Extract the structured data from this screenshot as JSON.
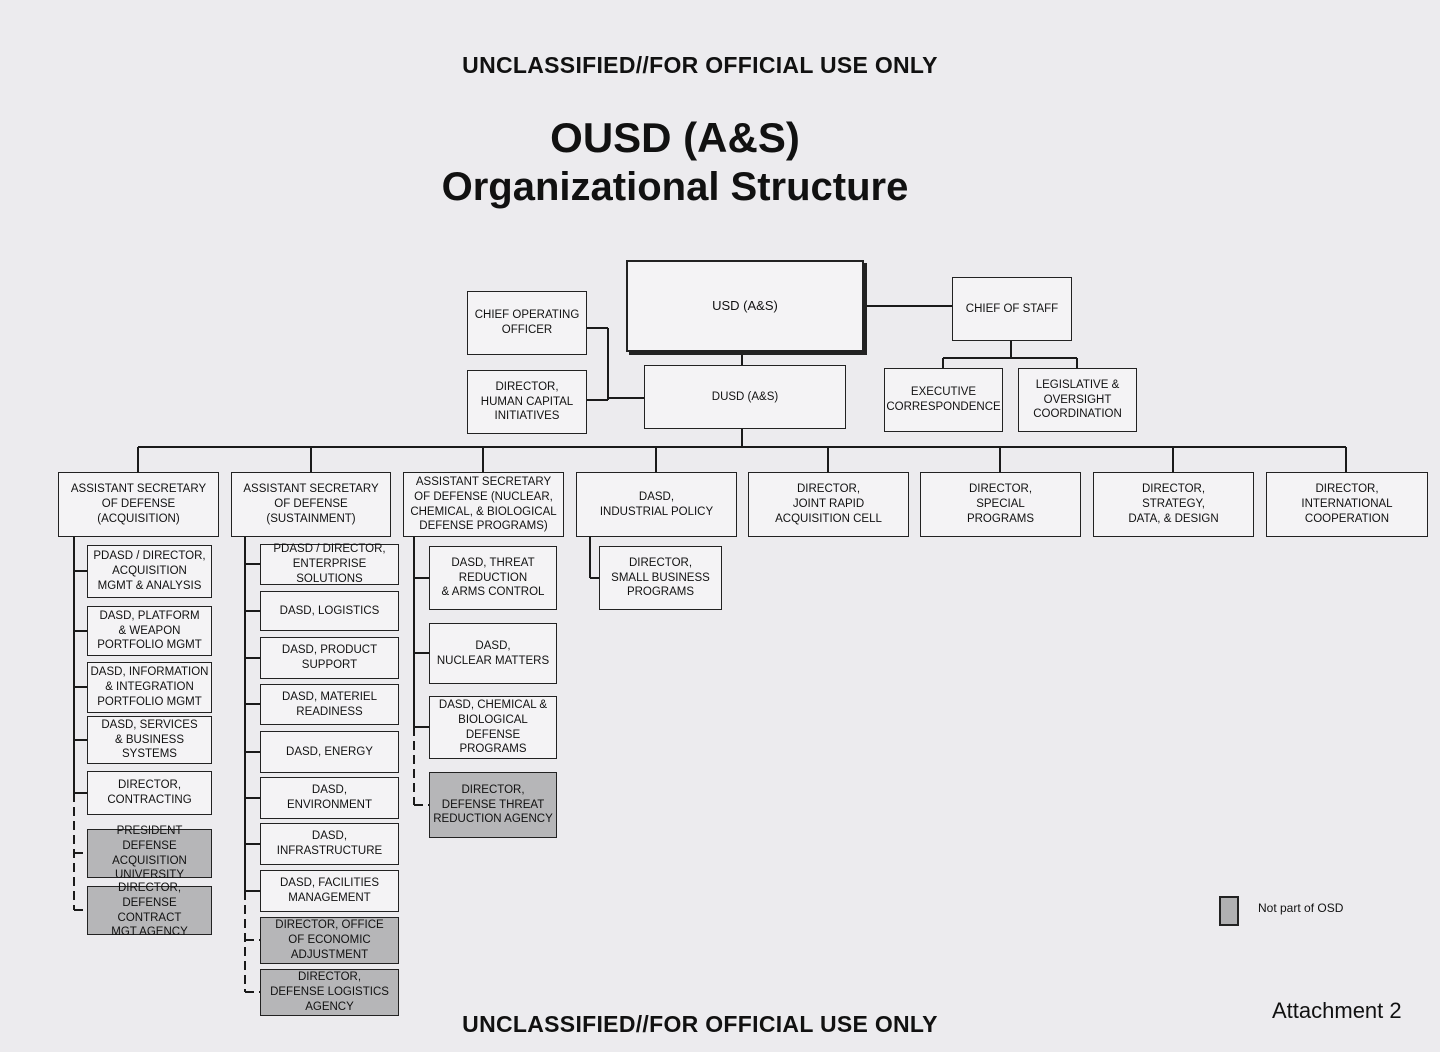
{
  "header": {
    "classification_top": "UNCLASSIFIED//FOR OFFICIAL USE ONLY",
    "title_line1": "OUSD (A&S)",
    "title_line2": "Organizational Structure"
  },
  "footer": {
    "classification_bottom": "UNCLASSIFIED//FOR OFFICIAL USE ONLY",
    "attachment": "Attachment 2"
  },
  "legend": {
    "gray_label": "Not part of OSD",
    "gray_color": "#b0b0b2"
  },
  "top": {
    "usd": "USD (A&S)",
    "coo": "CHIEF OPERATING\nOFFICER",
    "hci": "DIRECTOR,\nHUMAN CAPITAL\nINITIATIVES",
    "dusd": "DUSD (A&S)",
    "cos": "CHIEF OF STAFF",
    "exec": "EXECUTIVE\nCORRESPONDENCE",
    "leg": "LEGISLATIVE &\nOVERSIGHT\nCOORDINATION"
  },
  "columns": [
    {
      "head": "ASSISTANT SECRETARY\nOF DEFENSE\n(ACQUISITION)",
      "children": [
        {
          "label": "PDASD / DIRECTOR,\nACQUISITION\nMGMT & ANALYSIS",
          "not_osd": false
        },
        {
          "label": "DASD, PLATFORM\n& WEAPON\nPORTFOLIO MGMT",
          "not_osd": false
        },
        {
          "label": "DASD, INFORMATION\n& INTEGRATION\nPORTFOLIO MGMT",
          "not_osd": false
        },
        {
          "label": "DASD, SERVICES\n& BUSINESS\nSYSTEMS",
          "not_osd": false
        },
        {
          "label": "DIRECTOR,\nCONTRACTING",
          "not_osd": false
        },
        {
          "label": "PRESIDENT\nDEFENSE ACQUISITION\nUNIVERSITY",
          "not_osd": true
        },
        {
          "label": "DIRECTOR,\nDEFENSE CONTRACT\nMGT AGENCY",
          "not_osd": true
        }
      ]
    },
    {
      "head": "ASSISTANT SECRETARY\nOF DEFENSE\n(SUSTAINMENT)",
      "children": [
        {
          "label": "PDASD / DIRECTOR,\nENTERPRISE SOLUTIONS",
          "not_osd": false
        },
        {
          "label": "DASD, LOGISTICS",
          "not_osd": false
        },
        {
          "label": "DASD, PRODUCT\nSUPPORT",
          "not_osd": false
        },
        {
          "label": "DASD, MATERIEL\nREADINESS",
          "not_osd": false
        },
        {
          "label": "DASD, ENERGY",
          "not_osd": false
        },
        {
          "label": "DASD,\nENVIRONMENT",
          "not_osd": false
        },
        {
          "label": "DASD,\nINFRASTRUCTURE",
          "not_osd": false
        },
        {
          "label": "DASD, FACILITIES\nMANAGEMENT",
          "not_osd": false
        },
        {
          "label": "DIRECTOR, OFFICE\nOF ECONOMIC\nADJUSTMENT",
          "not_osd": true
        },
        {
          "label": "DIRECTOR,\nDEFENSE LOGISTICS\nAGENCY",
          "not_osd": true
        }
      ]
    },
    {
      "head": "ASSISTANT SECRETARY\nOF DEFENSE (NUCLEAR,\nCHEMICAL, & BIOLOGICAL\nDEFENSE PROGRAMS)",
      "children": [
        {
          "label": "DASD, THREAT\nREDUCTION\n& ARMS CONTROL",
          "not_osd": false
        },
        {
          "label": "DASD,\nNUCLEAR MATTERS",
          "not_osd": false
        },
        {
          "label": "DASD, CHEMICAL &\nBIOLOGICAL DEFENSE\nPROGRAMS",
          "not_osd": false
        },
        {
          "label": "DIRECTOR,\nDEFENSE THREAT\nREDUCTION AGENCY",
          "not_osd": true
        }
      ]
    },
    {
      "head": "DASD,\nINDUSTRIAL POLICY",
      "children": [
        {
          "label": "DIRECTOR,\nSMALL BUSINESS\nPROGRAMS",
          "not_osd": false
        }
      ]
    },
    {
      "head": "DIRECTOR,\nJOINT RAPID\nACQUISITION CELL",
      "children": []
    },
    {
      "head": "DIRECTOR,\nSPECIAL\nPROGRAMS",
      "children": []
    },
    {
      "head": "DIRECTOR,\nSTRATEGY,\nDATA, & DESIGN",
      "children": []
    },
    {
      "head": "DIRECTOR,\nINTERNATIONAL\nCOOPERATION",
      "children": []
    }
  ]
}
